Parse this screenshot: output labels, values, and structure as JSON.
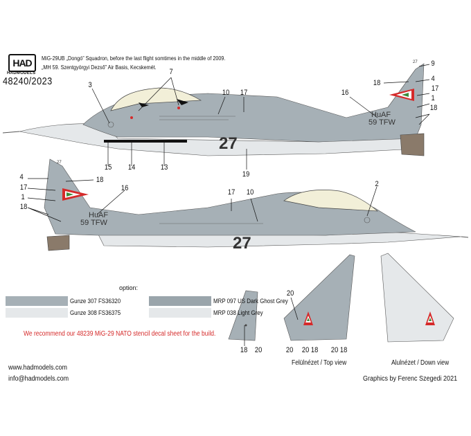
{
  "header": {
    "logo_text": "HAD",
    "logo_sub": "HADMODELS",
    "catalog_number": "48240/2023",
    "description_line1": "MiG-29UB „Dongó” Squadron, before the last flight somtimes in the middle of 2009.",
    "description_line2": "„MH 59. Szentgyörgyi Dezső” Air Basis, Kecskemét."
  },
  "aircraft": {
    "tail_code": "HuAF",
    "unit_code": "59 TFW",
    "number": "27",
    "tail_small": "27"
  },
  "top_profile_callouts": [
    "3",
    "7",
    "10",
    "17",
    "9",
    "4",
    "18",
    "16",
    "17",
    "1",
    "18",
    "15",
    "14",
    "13",
    "19"
  ],
  "bottom_profile_callouts": [
    "4",
    "18",
    "17",
    "1",
    "18",
    "16",
    "17",
    "10",
    "2"
  ],
  "paints": {
    "option_label": "option:",
    "items": [
      {
        "color": "#a6b0b6",
        "label": "Gunze 307 FS36320"
      },
      {
        "color": "#e5e8ea",
        "label": "Gunze 308 FS36375"
      },
      {
        "color": "#9aa5ab",
        "label": "MRP 097 US Dark Ghost Grey"
      },
      {
        "color": "#e5e8ea",
        "label": "MRP 038 Light Grey"
      }
    ]
  },
  "notice": "We recommend our 48239 MiG-29 NATO stencil decal sheet for the build.",
  "views": {
    "top_view": "Felülnézet / Top view",
    "down_view": "Alulnézet / Down view"
  },
  "fin_callouts": [
    "18",
    "20"
  ],
  "top_view_callouts": [
    "20",
    "20",
    "20",
    "18",
    "20",
    "18"
  ],
  "footer": {
    "website": "www.hadmodels.com",
    "email": "info@hadmodels.com",
    "credit": "Graphics by Ferenc Szegedi 2021"
  },
  "colors": {
    "dark_grey": "#a6b0b6",
    "light_grey": "#e5e8ea",
    "roundel_red": "#d52a2a",
    "roundel_green": "#3c8a3a",
    "notice_red": "#d52a2a"
  }
}
